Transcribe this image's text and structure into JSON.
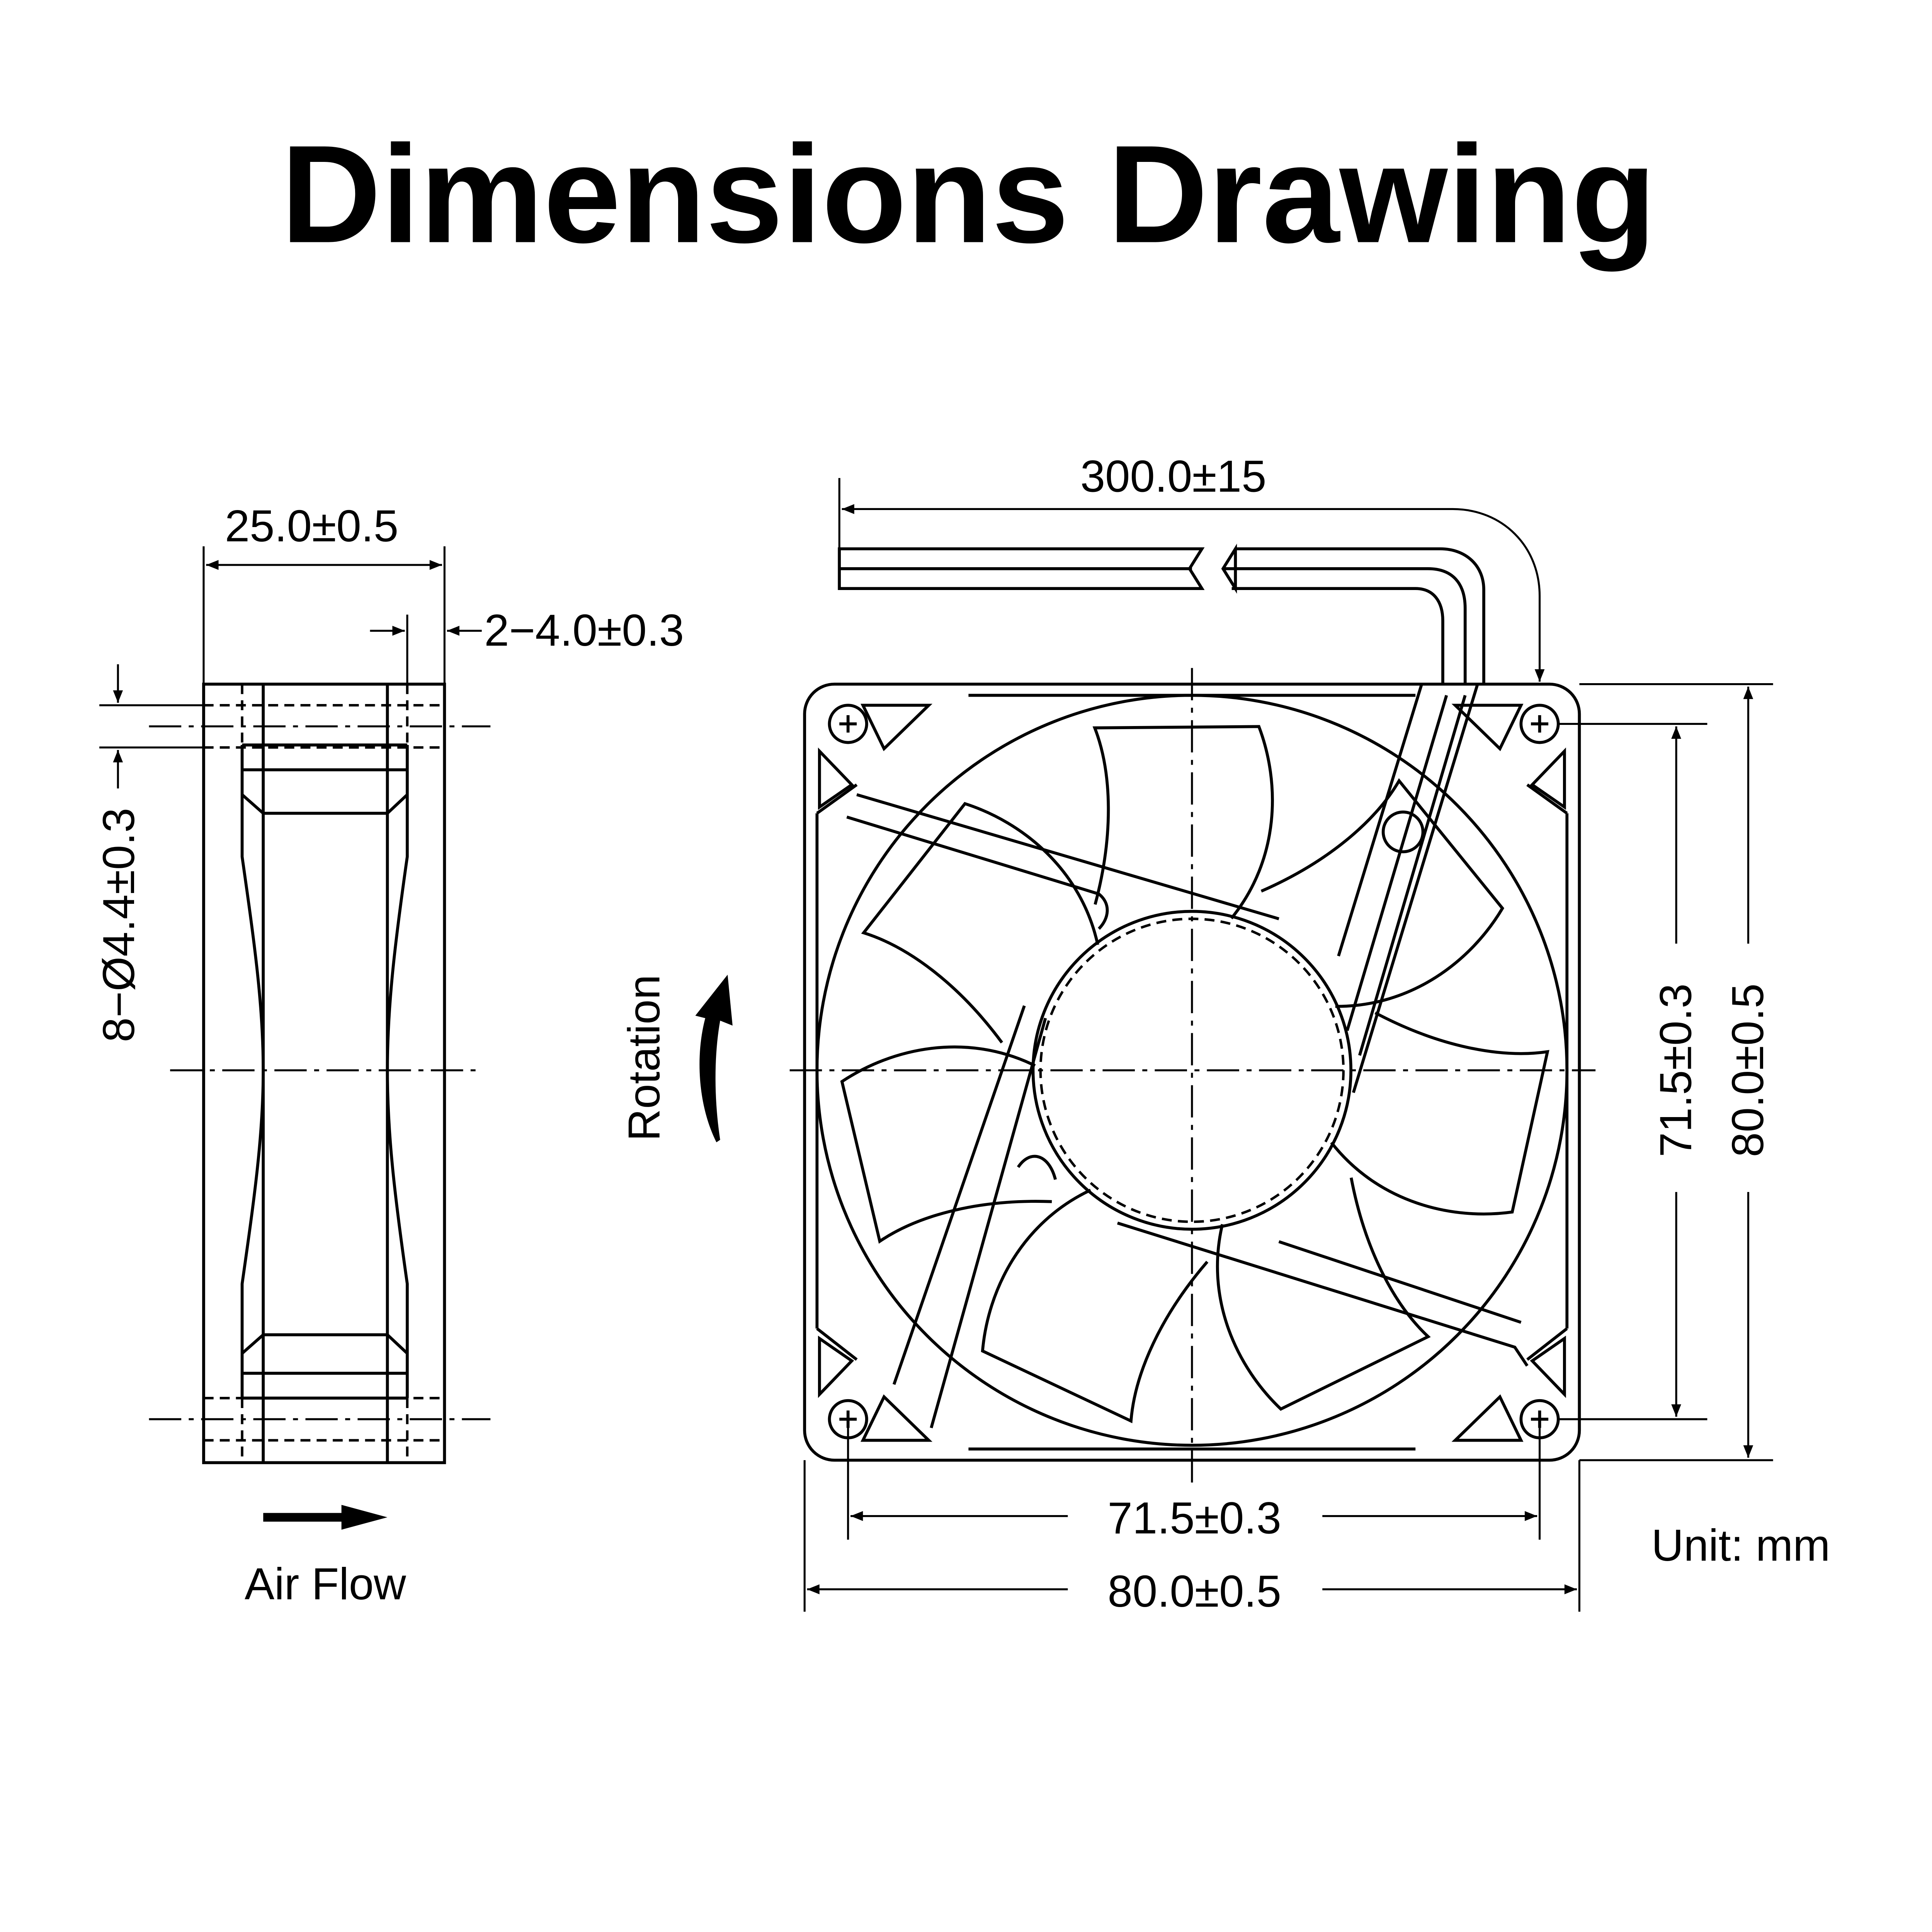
{
  "title": "Dimensions Drawing",
  "side_view": {
    "depth_label": "25.0±0.5",
    "flange_label": "2−4.0±0.3",
    "hole_label": "8−Ø4.4±0.3",
    "airflow_label": "Air Flow"
  },
  "front_view": {
    "rotation_label": "Rotation",
    "wire_length_label": "300.0±15",
    "hole_spacing_h_label": "71.5±0.3",
    "width_label": "80.0±0.5",
    "hole_spacing_v_label": "71.5±0.3",
    "height_label": "80.0±0.5",
    "unit_label": "Unit: mm"
  }
}
